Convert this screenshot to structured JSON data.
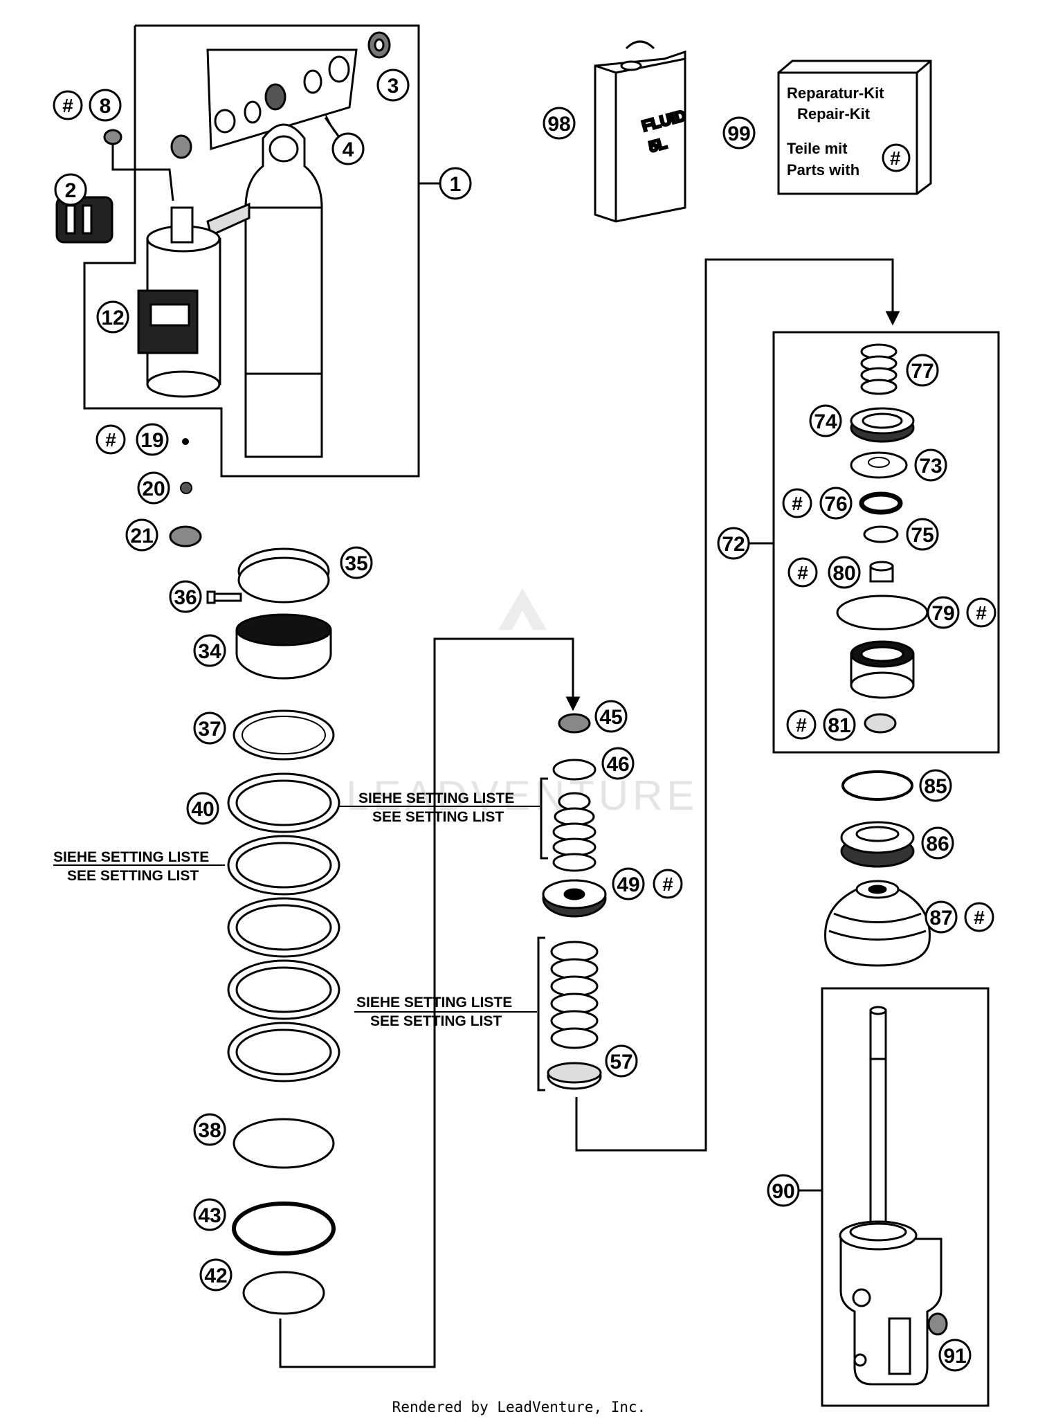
{
  "diagram": {
    "callouts": {
      "c1": "1",
      "c2": "2",
      "c3": "3",
      "c4": "4",
      "c8": "8",
      "c12": "12",
      "c19": "19",
      "c20": "20",
      "c21": "21",
      "c34": "34",
      "c35": "35",
      "c36": "36",
      "c37": "37",
      "c38": "38",
      "c40": "40",
      "c42": "42",
      "c43": "43",
      "c45": "45",
      "c46": "46",
      "c49": "49",
      "c57": "57",
      "c72": "72",
      "c73": "73",
      "c74": "74",
      "c75": "75",
      "c76": "76",
      "c77": "77",
      "c79": "79",
      "c80": "80",
      "c81": "81",
      "c85": "85",
      "c86": "86",
      "c87": "87",
      "c90": "90",
      "c91": "91",
      "c98": "98",
      "c99": "99"
    },
    "repair_symbol": "#",
    "setting_note": {
      "de": "SIEHE SETTING LISTE",
      "en": "SEE SETTING LIST"
    },
    "fluid_can": {
      "line1": "FLUID",
      "line2": "5L"
    },
    "repair_kit": {
      "title_de": "Reparatur-Kit",
      "title_en": "Repair-Kit",
      "parts_de": "Teile mit",
      "parts_en": "Parts with"
    },
    "watermark": "LEADVENTURE",
    "footer": "Rendered by LeadVenture, Inc."
  }
}
